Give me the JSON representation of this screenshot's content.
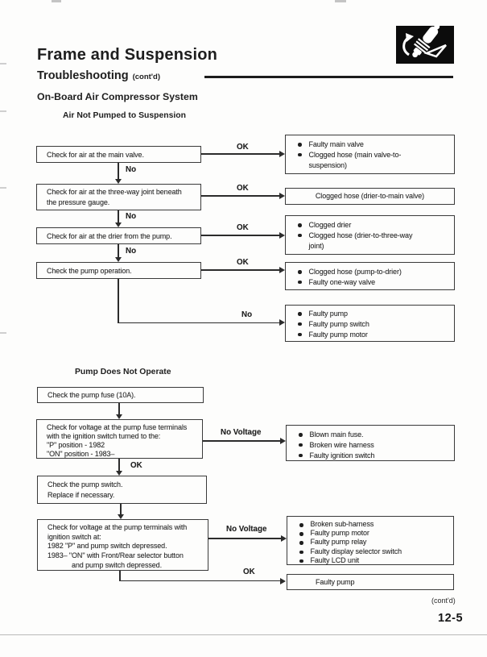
{
  "header": {
    "title": "Frame and Suspension",
    "subtitle": "Troubleshooting",
    "subtitle_note": "(cont'd)",
    "system_heading": "On-Board Air Compressor System"
  },
  "labels": {
    "ok": "OK",
    "no": "No",
    "no_voltage": "No Voltage"
  },
  "flow1": {
    "heading": "Air Not Pumped to Suspension",
    "check1": "Check for air at the main valve.",
    "check2_line1": "Check for air at the three-way joint beneath",
    "check2_line2": "the pressure gauge.",
    "check3": "Check for air at the drier from the pump.",
    "check4": "Check the pump operation.",
    "result1": [
      "Faulty main valve",
      "Clogged hose (main valve-to-",
      "suspension)"
    ],
    "result2": "Clogged hose (drier-to-main valve)",
    "result3": [
      "Clogged drier",
      "Clogged hose (drier-to-three-way",
      "joint)"
    ],
    "result4": [
      "Clogged hose (pump-to-drier)",
      "Faulty one-way valve"
    ],
    "result5": [
      "Faulty pump",
      "Faulty pump switch",
      "Faulty pump motor"
    ]
  },
  "flow2": {
    "heading": "Pump Does Not Operate",
    "check1": "Check the pump fuse (10A).",
    "check2": [
      "Check for voltage at the pump fuse terminals",
      "with the ignition switch turned to the:",
      "\"P\" position - 1982",
      "\"ON\" position - 1983–"
    ],
    "check3": [
      "Check the pump switch.",
      "Replace if necessary."
    ],
    "check4": [
      "Check for voltage at the pump terminals with",
      "ignition switch at:",
      "1982  \"P\" and pump switch depressed.",
      "1983– \"ON\" with Front/Rear selector button",
      "and pump switch depressed."
    ],
    "result1": [
      "Blown main fuse.",
      "Broken wire harness",
      "Faulty ignition switch"
    ],
    "result2": [
      "Broken sub-harness",
      "Faulty pump motor",
      "Faulty pump relay",
      "Faulty display selector switch",
      "Faulty LCD unit"
    ],
    "result3": "Faulty pump"
  },
  "footer": {
    "contd": "(cont'd)",
    "page_number": "12-5"
  }
}
